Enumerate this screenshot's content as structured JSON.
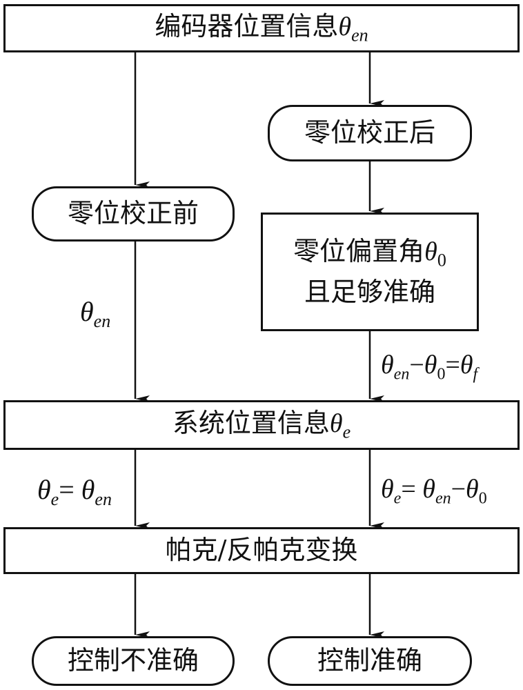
{
  "nodes": {
    "encoder": {
      "prefix": "编码器位置信息",
      "symbol": "θ",
      "sub": "en"
    },
    "after_calibration": {
      "text": "零位校正后"
    },
    "before_calibration": {
      "text": "零位校正前"
    },
    "offset_angle": {
      "line1_prefix": "零位偏置角",
      "line1_symbol": "θ",
      "line1_sub": "0",
      "line2": "且足够准确"
    },
    "system_position": {
      "prefix": "系统位置信息",
      "symbol": "θ",
      "sub": "e"
    },
    "park_transform": {
      "text": "帕克/反帕克变换"
    },
    "control_inaccurate": {
      "text": "控制不准确"
    },
    "control_accurate": {
      "text": "控制准确"
    }
  },
  "edge_labels": {
    "left_mid": {
      "symbol": "θ",
      "sub": "en"
    },
    "right_mid": {
      "a_sym": "θ",
      "a_sub": "en",
      "op1": "−",
      "b_sym": "θ",
      "b_sub": "0",
      "eq": "=",
      "c_sym": "θ",
      "c_sub": "f"
    },
    "left_bottom": {
      "a_sym": "θ",
      "a_sub": "e",
      "eq": "=",
      "b_sym": "θ",
      "b_sub": "en"
    },
    "right_bottom": {
      "a_sym": "θ",
      "a_sub": "e",
      "eq": "=",
      "b_sym": "θ",
      "b_sub": "en",
      "op": "−",
      "c_sym": "θ",
      "c_sub": "0"
    }
  }
}
